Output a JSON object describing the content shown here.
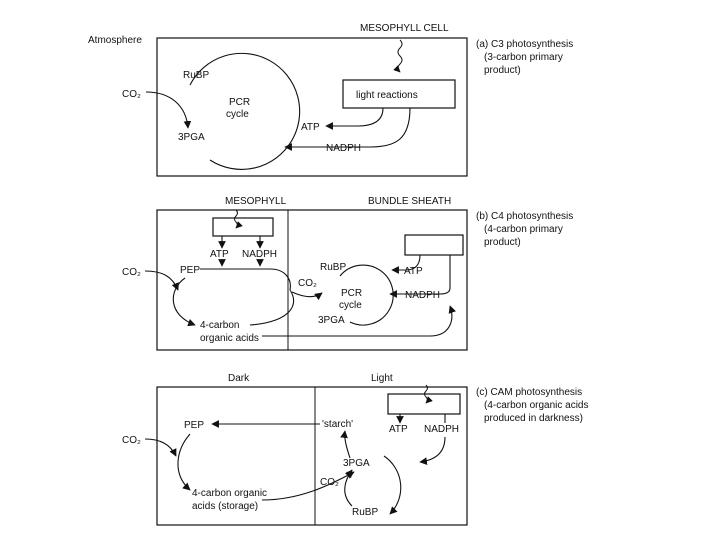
{
  "panel_a": {
    "atmosphere": "Atmosphere",
    "cell": "MESOPHYLL CELL",
    "caption": [
      "(a) C3 photosynthesis",
      "(3-carbon primary",
      "product)"
    ],
    "co2": "CO₂",
    "rubp": "RuBP",
    "pga": "3PGA",
    "cycle": [
      "PCR",
      "cycle"
    ],
    "light_reactions": "light reactions",
    "atp": "ATP",
    "nadph": "NADPH"
  },
  "panel_b": {
    "mesophyll": "MESOPHYLL",
    "bundle_sheath": "BUNDLE SHEATH",
    "caption": [
      "(b) C4 photosynthesis",
      "(4-carbon primary",
      "product)"
    ],
    "co2_in": "CO₂",
    "co2_transfer": "CO₂",
    "pep": "PEP",
    "atp_m": "ATP",
    "nadph_m": "NADPH",
    "rubp": "RuBP",
    "cycle": [
      "PCR",
      "cycle"
    ],
    "pga": "3PGA",
    "atp_b": "ATP",
    "nadph_b": "NADPH",
    "acids": [
      "4-carbon",
      "organic acids"
    ]
  },
  "panel_c": {
    "dark": "Dark",
    "light": "Light",
    "caption": [
      "(c) CAM photosynthesis",
      "(4-carbon organic acids",
      "produced in darkness)"
    ],
    "pep": "PEP",
    "starch": "'starch'",
    "atp": "ATP",
    "nadph": "NADPH",
    "co2_in": "CO₂",
    "acids": [
      "4-carbon organic",
      "acids (storage)"
    ],
    "pga": "3PGA",
    "co2_inner": "CO₂",
    "rubp": "RuBP"
  }
}
